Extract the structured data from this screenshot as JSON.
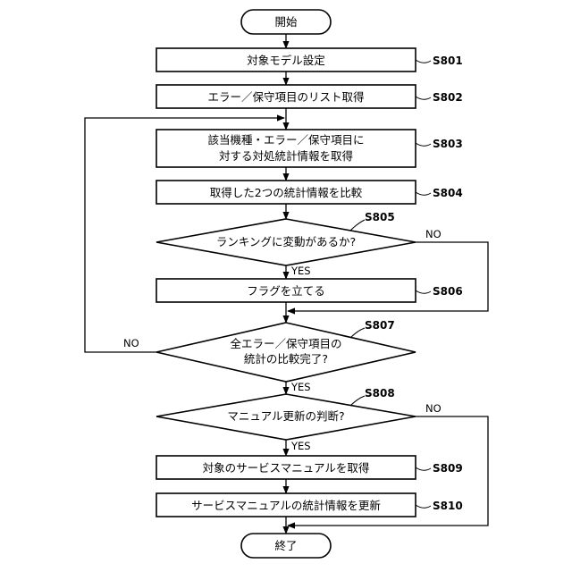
{
  "terminals": {
    "start": "開始",
    "end": "終了"
  },
  "steps": {
    "s801": {
      "text": "対象モデル設定",
      "label": "S801"
    },
    "s802": {
      "text": "エラー／保守項目のリスト取得",
      "label": "S802"
    },
    "s803": {
      "line1": "該当機種・エラー／保守項目に",
      "line2": "対する対処統計情報を取得",
      "label": "S803"
    },
    "s804": {
      "text": "取得した2つの統計情報を比較",
      "label": "S804"
    },
    "s806": {
      "text": "フラグを立てる",
      "label": "S806"
    },
    "s809": {
      "text": "対象のサービスマニュアルを取得",
      "label": "S809"
    },
    "s810": {
      "text": "サービスマニュアルの統計情報を更新",
      "label": "S810"
    }
  },
  "decisions": {
    "s805": {
      "text": "ランキングに変動があるか?",
      "label": "S805",
      "yes": "YES",
      "no": "NO"
    },
    "s807": {
      "line1": "全エラー／保守項目の",
      "line2": "統計の比較完了?",
      "label": "S807",
      "yes": "YES",
      "no": "NO"
    },
    "s808": {
      "text": "マニュアル更新の判断?",
      "label": "S808",
      "yes": "YES",
      "no": "NO"
    }
  }
}
